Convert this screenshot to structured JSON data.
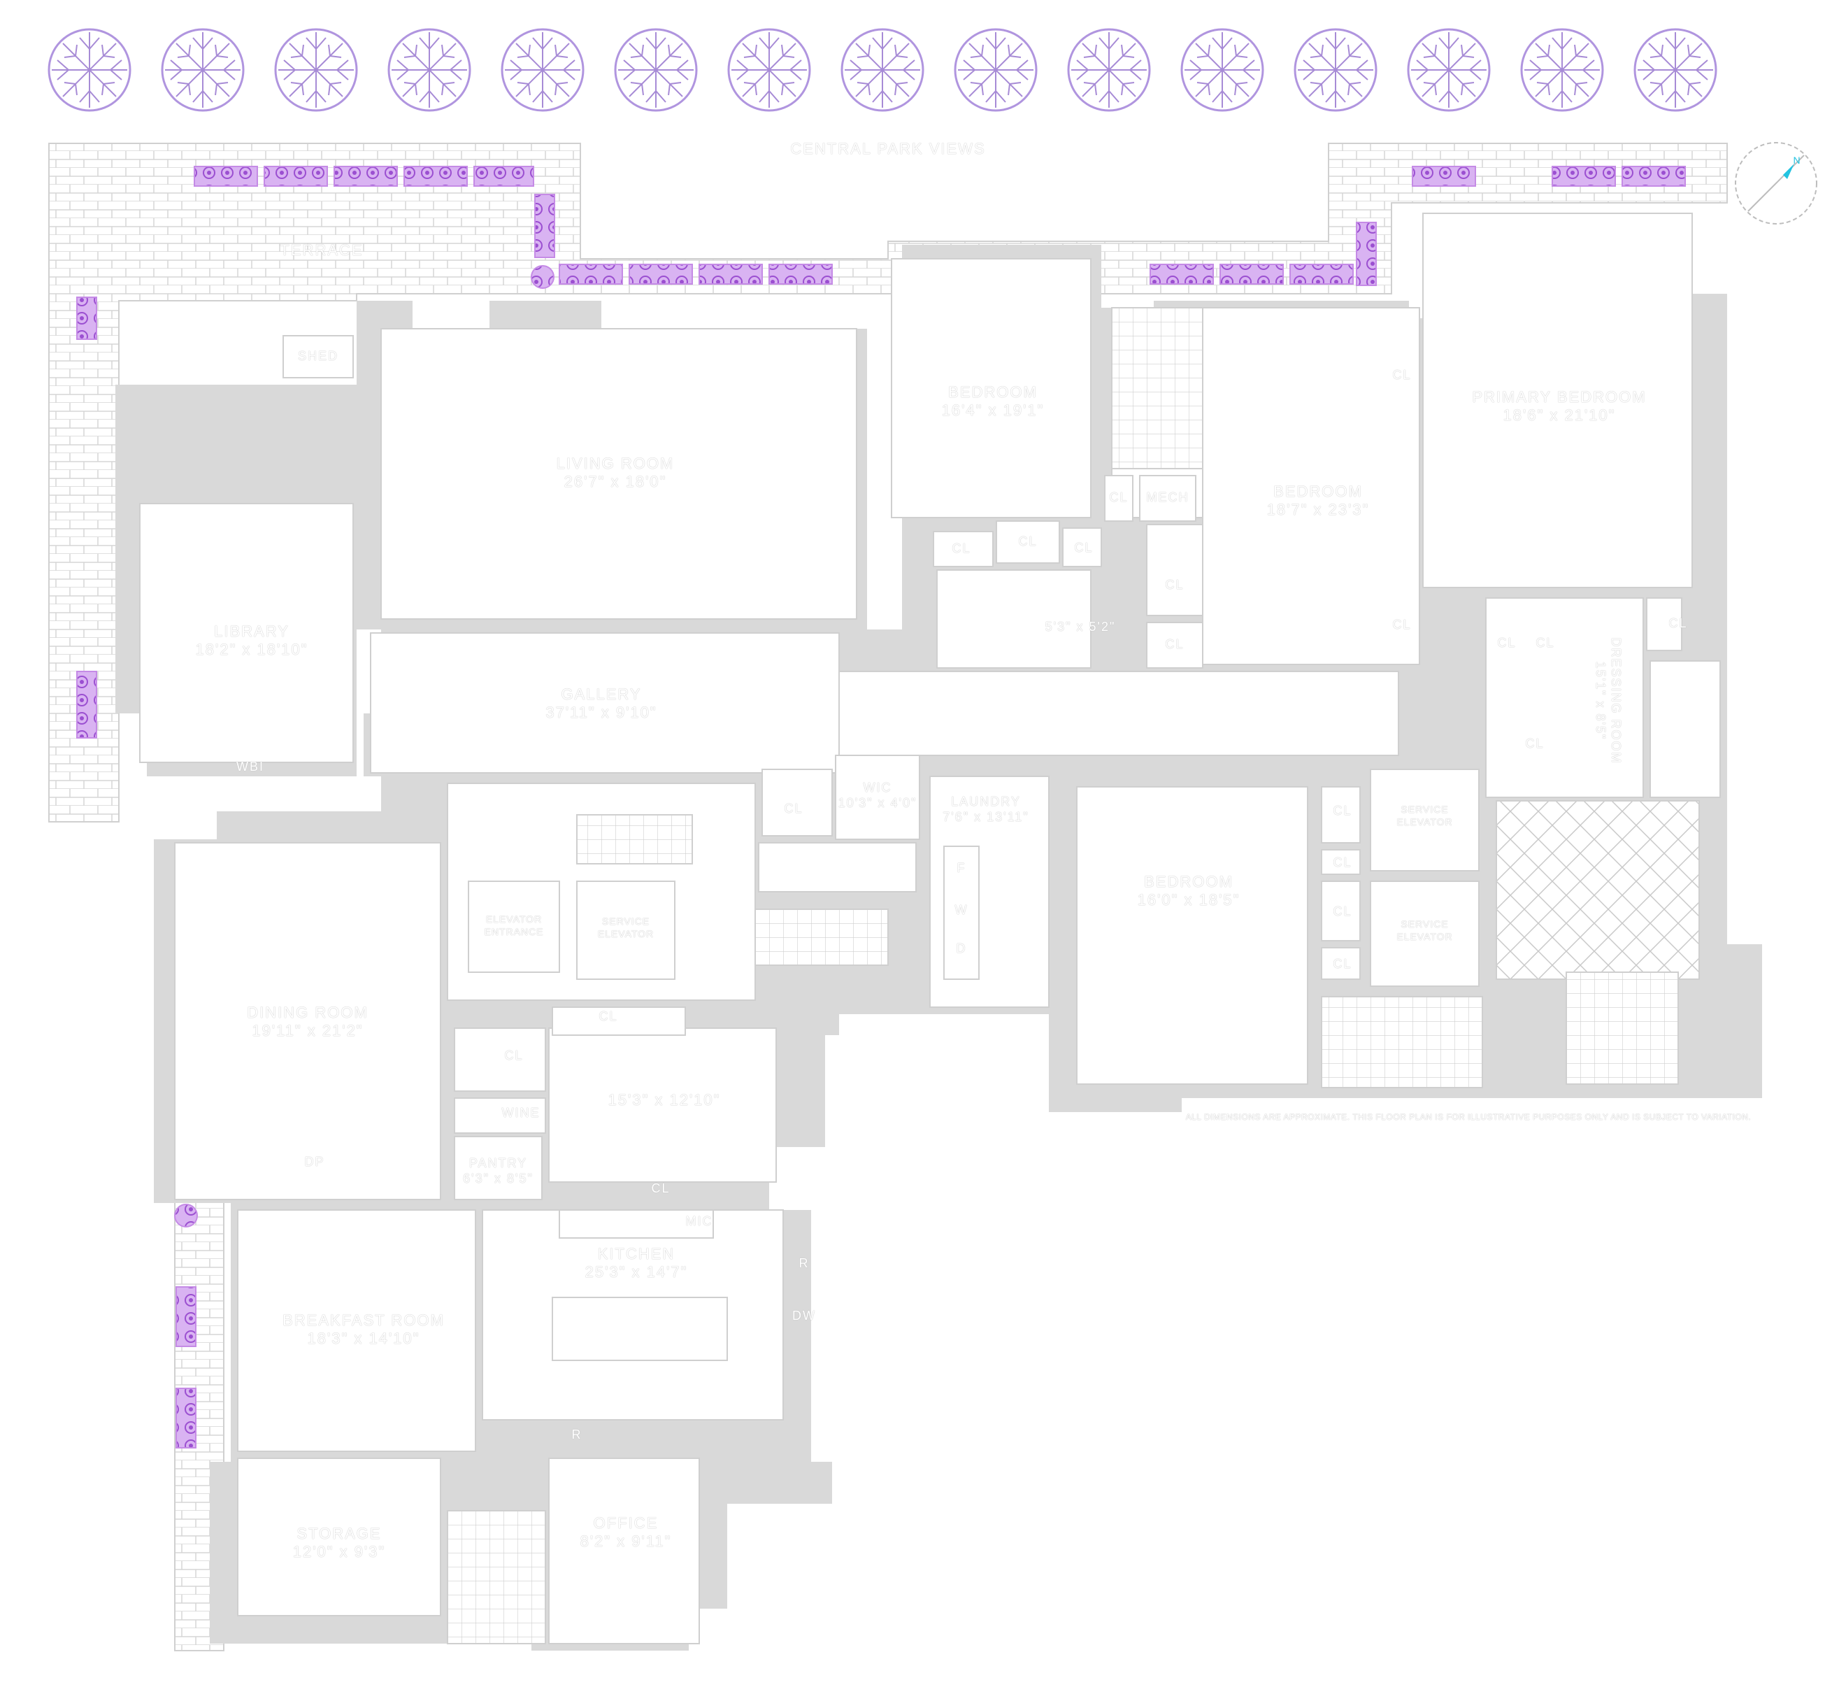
{
  "plan": {
    "view_label": "CENTRAL PARK VIEWS",
    "disclaimer": "ALL DIMENSIONS ARE APPROXIMATE. THIS FLOOR PLAN IS FOR ILLUSTRATIVE PURPOSES ONLY AND IS SUBJECT TO VARIATION.",
    "compass_label": "N",
    "colors": {
      "wall": "#d9d9d9",
      "planter": "#c58be6",
      "tree": "#a78bd6",
      "compass": "#22c3e0",
      "background": "#ffffff"
    },
    "rooms": {
      "terrace": "TERRACE",
      "shed": "SHED",
      "living": {
        "name": "LIVING ROOM",
        "size": "26'7\" x 18'0\""
      },
      "library": {
        "name": "LIBRARY",
        "size": "18'2\" x 18'10\""
      },
      "gallery": {
        "name": "GALLERY",
        "size": "37'11\" x 9'10\""
      },
      "bedroom_a": {
        "name": "BEDROOM",
        "size": "16'4\" x 19'1\""
      },
      "bedroom_b": {
        "name": "BEDROOM",
        "size": "18'7\" x 23'3\""
      },
      "primary": {
        "name": "PRIMARY BEDROOM",
        "size": "18'6\" x 21'10\""
      },
      "dressing": {
        "name": "DRESSING ROOM",
        "size": "15'1\" x 8'5\""
      },
      "dining": {
        "name": "DINING ROOM",
        "size": "19'11\" x 21'2\""
      },
      "elevator_entrance": "ELEVATOR ENTRANCE",
      "service_elevator_1": "SERVICE ELEVATOR",
      "service_elevator_2": "SERVICE ELEVATOR",
      "service_elevator_3": "SERVICE ELEVATOR",
      "wic": {
        "name": "WIC",
        "size": "10'3\" x 4'0\""
      },
      "laundry": {
        "name": "LAUNDRY",
        "size": "7'6\" x 13'11\""
      },
      "bedroom_c": {
        "name": "BEDROOM",
        "size": "16'0\" x 18'5\""
      },
      "room_mid": {
        "size": "15'3\" x 12'10\""
      },
      "pantry": {
        "name": "PANTRY",
        "size": "6'3\" x 8'5\""
      },
      "wine": "WINE",
      "kitchen": {
        "name": "KITCHEN",
        "size": "25'3\" x 14'7\""
      },
      "breakfast": {
        "name": "BREAKFAST ROOM",
        "size": "18'3\" x 14'10\""
      },
      "storage": {
        "name": "STORAGE",
        "size": "12'0\" x 9'3\""
      },
      "office": {
        "name": "OFFICE",
        "size": "8'2\" x 9'11\""
      },
      "closet_small": {
        "size": "5'3\" x 5'2\""
      },
      "mech": "MECH",
      "wbi": "WBI",
      "dp": "DP",
      "mic": "MIC",
      "cl": "CL",
      "f": "F",
      "w": "W",
      "d": "D",
      "r": "R",
      "dw": "DW"
    }
  }
}
